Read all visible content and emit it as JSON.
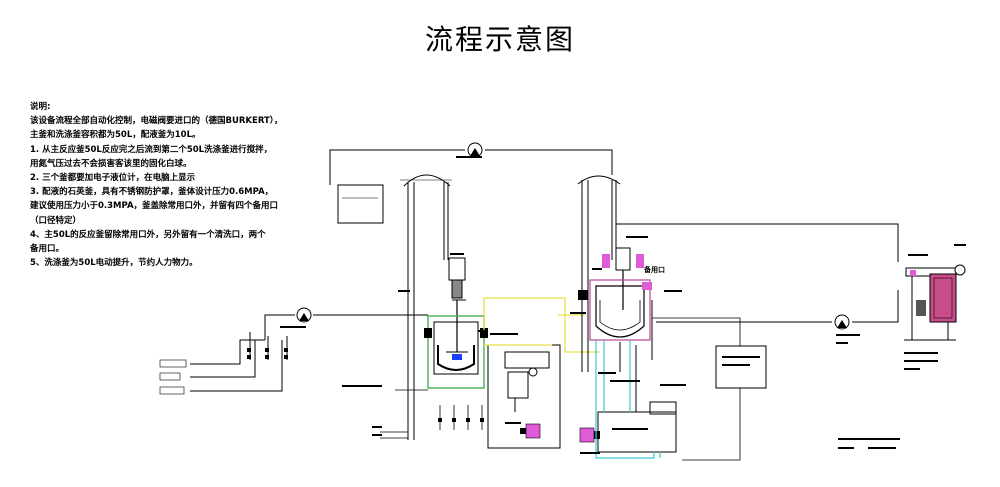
{
  "title": "流程示意图",
  "notes": {
    "heading": "说明:",
    "lines": [
      "该设备流程全部自动化控制，电磁阀要进口的（德国BURKERT），",
      "主釜和洗涤釜容积都为50L，配液釜为10L。",
      "1. 从主反应釜50L反应完之后流到第二个50L洗涤釜进行搅拌，",
      "用氮气压过去不会损害客该里的固化白球。",
      "2. 三个釜都要加电子液位计，在电脑上显示",
      "3. 配液的石英釜，具有不锈钢防护罩，釜体设计压力0.6MPA，",
      "建议使用压力小于0.3MPA，釜盖除常用口外，并留有四个备用口",
      "（口径特定）",
      "4、主50L的反应釜留除常用口外，另外留有一个清洗口，两个",
      "备用口。",
      "5、洗涤釜为50L电动提升，节约人力物力。"
    ]
  },
  "labels": {
    "spare_port": "备用口"
  }
}
